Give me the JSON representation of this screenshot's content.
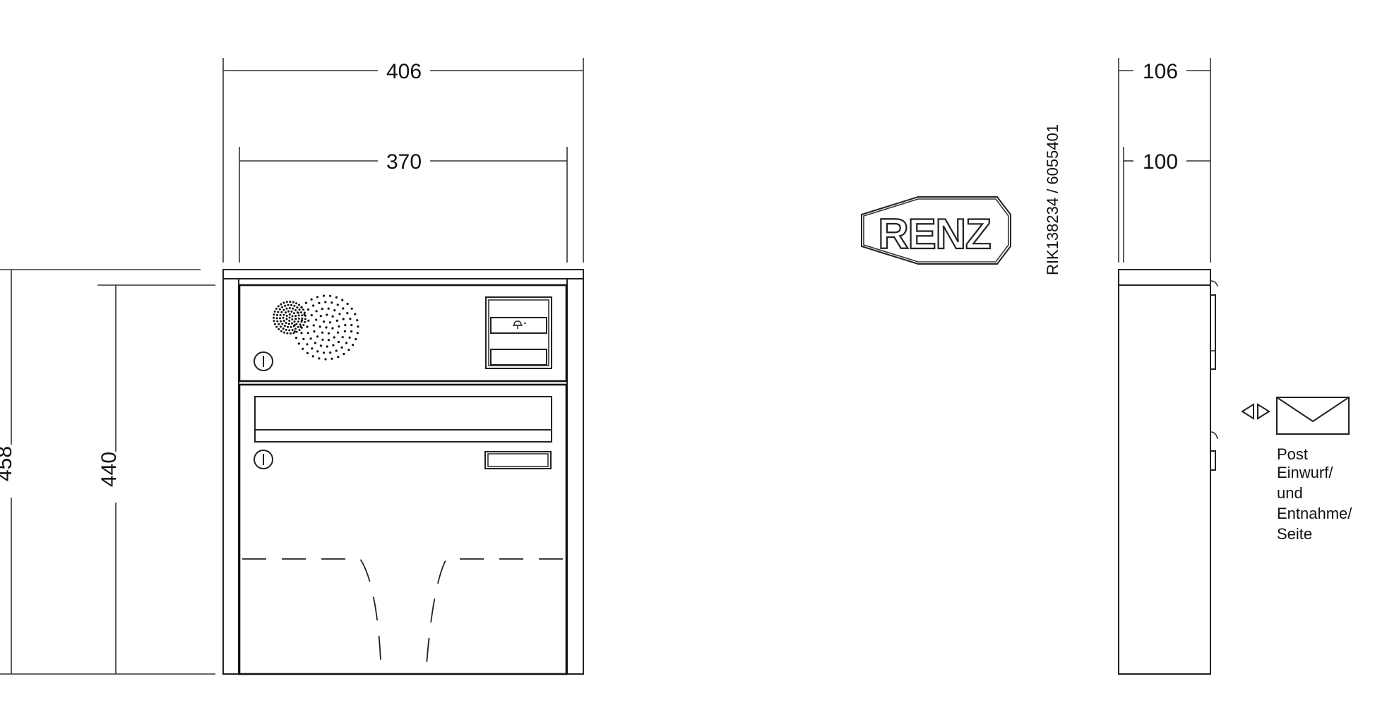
{
  "dimensions": {
    "outer_width": "406",
    "inner_width": "370",
    "outer_height": "458",
    "inner_height": "440",
    "side_depth_outer": "106",
    "side_depth_inner": "100"
  },
  "logo": {
    "text": "RENZ"
  },
  "product_code": "RIK138234 / 6055401",
  "side_label": {
    "lines": [
      "Post",
      "Einwurf/",
      "und",
      "Entnahme/",
      "Seite"
    ]
  }
}
